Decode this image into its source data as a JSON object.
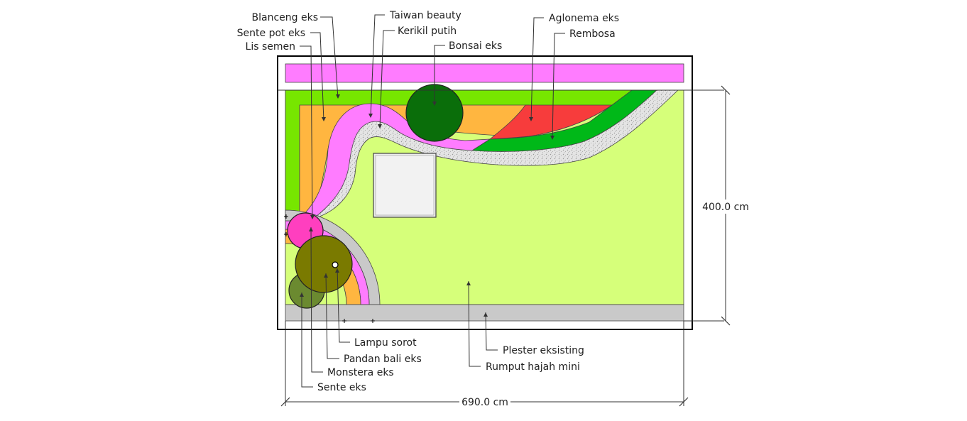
{
  "labels": {
    "blanceng": "Blanceng eks",
    "sente_pot": "Sente pot eks",
    "lis_semen": "Lis semen",
    "taiwan": "Taiwan beauty",
    "kerikil": "Kerikil putih",
    "bonsai": "Bonsai eks",
    "aglonema": "Aglonema eks",
    "rembosa": "Rembosa",
    "lampu": "Lampu sorot",
    "pandan": "Pandan bali eks",
    "monstera": "Monstera eks",
    "sente": "Sente eks",
    "plester": "Plester eksisting",
    "rumput": "Rumput hajah mini"
  },
  "dimensions": {
    "height": "400.0 cm",
    "width": "690.0 cm"
  },
  "colors": {
    "lawn": "#d6ff7a",
    "pink_strip": "#ff7cff",
    "green_border": "#77e600",
    "orange_bed": "#ffb640",
    "red_bed": "#f73c3c",
    "rembosa_green": "#00b818",
    "gravel": "#e6e6e6",
    "plaster": "#c9c9c9",
    "bonsai": "#0a6e0a",
    "monstera": "#7a7a00",
    "sente": "#6b8a30",
    "pandan_flower": "#ff3fbf"
  }
}
